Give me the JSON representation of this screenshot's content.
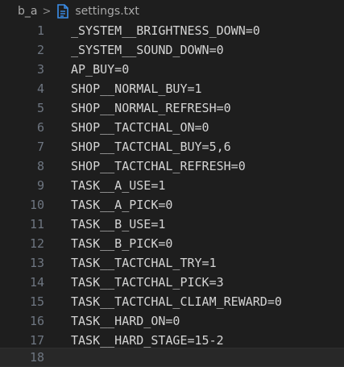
{
  "breadcrumb": {
    "folder": "b_a",
    "separator": ">",
    "file_icon": "file-text-icon",
    "file": "settings.txt"
  },
  "editor": {
    "lines": [
      {
        "number": "1",
        "text": "_SYSTEM__BRIGHTNESS_DOWN=0"
      },
      {
        "number": "2",
        "text": "_SYSTEM__SOUND_DOWN=0"
      },
      {
        "number": "3",
        "text": "AP_BUY=0"
      },
      {
        "number": "4",
        "text": "SHOP__NORMAL_BUY=1"
      },
      {
        "number": "5",
        "text": "SHOP__NORMAL_REFRESH=0"
      },
      {
        "number": "6",
        "text": "SHOP__TACTCHAL_ON=0"
      },
      {
        "number": "7",
        "text": "SHOP__TACTCHAL_BUY=5,6"
      },
      {
        "number": "8",
        "text": "SHOP__TACTCHAL_REFRESH=0"
      },
      {
        "number": "9",
        "text": "TASK__A_USE=1"
      },
      {
        "number": "10",
        "text": "TASK__A_PICK=0"
      },
      {
        "number": "11",
        "text": "TASK__B_USE=1"
      },
      {
        "number": "12",
        "text": "TASK__B_PICK=0"
      },
      {
        "number": "13",
        "text": "TASK__TACTCHAL_TRY=1"
      },
      {
        "number": "14",
        "text": "TASK__TACTCHAL_PICK=3"
      },
      {
        "number": "15",
        "text": "TASK__TACTCHAL_CLIAM_REWARD=0"
      },
      {
        "number": "16",
        "text": "TASK__HARD_ON=0"
      },
      {
        "number": "17",
        "text": "TASK__HARD_STAGE=15-2"
      },
      {
        "number": "18",
        "text": ""
      }
    ]
  },
  "colors": {
    "background": "#1e1e1e",
    "text": "#d4d4d4",
    "line_number": "#6e7681",
    "file_icon": "#3b8eea"
  }
}
